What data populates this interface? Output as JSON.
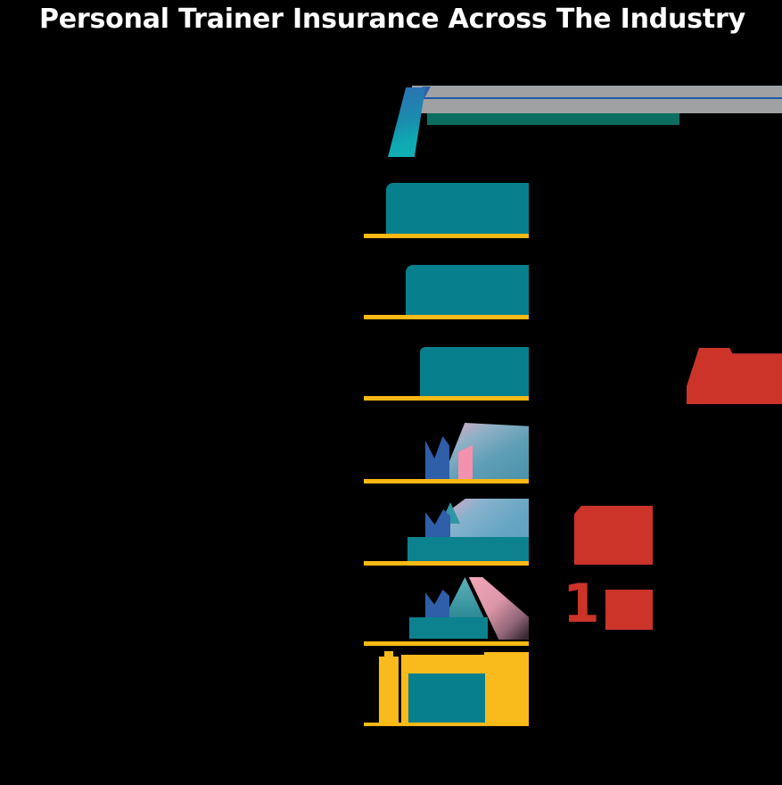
{
  "title": "Personal Trainer Insurance Across The Industry",
  "colors": {
    "background": "#000000",
    "title_text": "#ffffff",
    "teal": "#087f8c",
    "teal_band": "#0c828f",
    "gold": "#f9b915",
    "gold_logo": "#f8bb1b",
    "red": "#cc3329",
    "gray": "#9fa1a3",
    "green": "#0b6e60",
    "blue": "#2e5fa8",
    "pink": "#f492ae",
    "hairline_blue": "#1e5ba9"
  },
  "marks": {
    "row7_price_leading_digit": "1"
  },
  "chart_data": {
    "type": "table",
    "title": "Personal Trainer Insurance Across The Industry",
    "layout": "Left column of provider logos stacked vertically, each separated by a gold horizontal rule; price/feature columns to the right are rendered in dark ink on a transparent background and are not legible except for red marks.",
    "rows": [
      {
        "row": 1,
        "logo": "header brand logo: teal-to-blue diagonal slash, long gray bar with thin blue hairline, dark green underline bar",
        "visible_price": null
      },
      {
        "row": 2,
        "logo": "solid teal rectangular logo block (wordmark illegible)",
        "visible_price": null
      },
      {
        "row": 3,
        "logo": "solid teal rectangular logo block (wordmark illegible)",
        "visible_price": null
      },
      {
        "row": 4,
        "logo": "solid teal rectangular logo block (wordmark illegible)",
        "visible_price": "red mark, clipped at right image edge, digits illegible"
      },
      {
        "row": 5,
        "logo": "mountain/checkmark logo: blue M shape, pink bar, pink-to-teal gradient slab",
        "visible_price": null
      },
      {
        "row": 6,
        "logo": "mountain logo with light-blue gradient slab over teal wordmark band",
        "visible_price": "solid red block, digits illegible"
      },
      {
        "row": 7,
        "logo": "mountain logo: blue check, teal peak, pink slope, teal wordmark band",
        "visible_price": "red digit 1 followed by red block, remaining digits illegible"
      },
      {
        "row": 8,
        "logo": "gold logo (highlighted row): narrow gold bar beside gold panel containing teal inner rectangle",
        "visible_price": null
      }
    ]
  }
}
